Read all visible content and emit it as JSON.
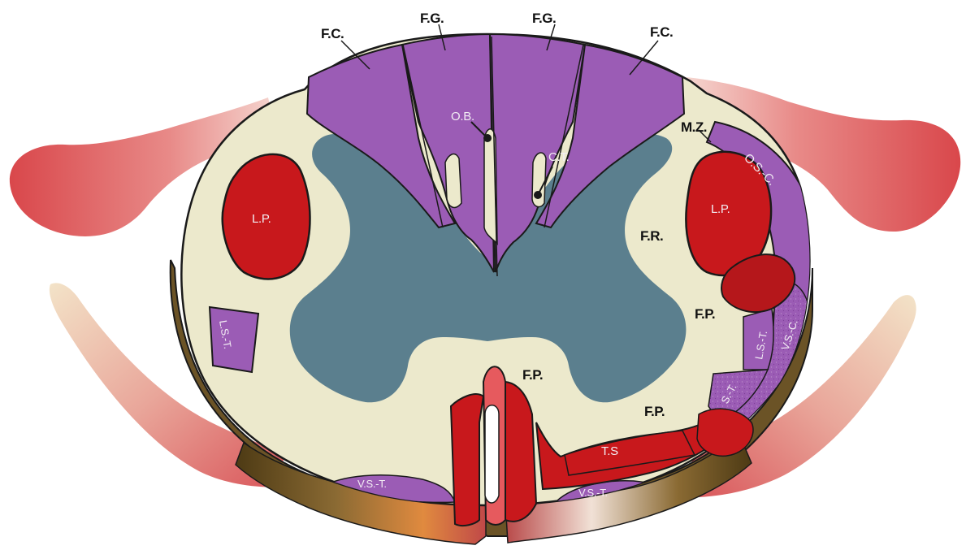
{
  "labels": {
    "fc_left": "F.C.",
    "fg_left": "F.G.",
    "fg_right": "F.G.",
    "fc_right": "F.C.",
    "ob": "O.B.",
    "ct": "C.T.",
    "mz": "M.Z.",
    "osc": "O.S.-C.",
    "lp_left": "L.P.",
    "lp_right": "L.P.",
    "fr": "F.R.",
    "fp_right_upper": "F.P.",
    "lst_left": "L.S.-T.",
    "lst_right": "L.S.-T.",
    "vsc": "V.S.-C.",
    "st": "S.-T.",
    "fp_center": "F.P.",
    "fp_right_lower": "F.P.",
    "ts": "T.S",
    "vst_left": "V.S.-T.",
    "vst_right": "V.S.-T."
  },
  "colors": {
    "white_matter": "#ece9cc",
    "gray_matter": "#5b7f8e",
    "dorsal_columns": "#9b5cb5",
    "tracts_red": "#c8181c",
    "rim": "#6b5326",
    "nerve_roots": "#e06565"
  }
}
